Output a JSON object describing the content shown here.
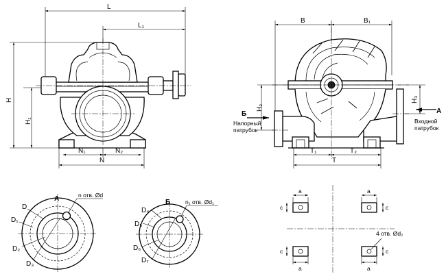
{
  "front_view": {
    "dim_L": "L",
    "dim_L1": "L₁",
    "dim_H": "H",
    "dim_H1": "H₁",
    "dim_N": "N",
    "dim_N1": "N₁",
    "dim_N2": "N₂"
  },
  "side_view": {
    "dim_B": "B",
    "dim_B1": "B₁",
    "dim_H2": "H₂",
    "dim_H3": "H₃",
    "dim_T": "T",
    "dim_T1": "T₁",
    "dim_T2": "T₂",
    "marker_left": "Б",
    "marker_right": "A",
    "outlet_line1": "Напорный",
    "outlet_line2": "патрубок",
    "inlet_line1": "Входной",
    "inlet_line2": "патрубок"
  },
  "flange_a": {
    "view_label": "A",
    "holes_note": "n отв. Ød",
    "dim_D": "D",
    "dim_D1": "D₁",
    "dim_D2": "D₂",
    "dim_D3": "D₃"
  },
  "flange_b": {
    "view_label": "Б",
    "holes_note": "n₁ отв. Ød₁",
    "dim_D4": "D₄",
    "dim_D5": "D₅",
    "dim_D6": "D₆",
    "dim_D7": "D₇"
  },
  "foundation": {
    "dim_a_top_left": "a",
    "dim_a_top_right": "a",
    "dim_a_bottom_left": "a",
    "dim_a_bottom_right": "a",
    "dim_c_top_left": "c",
    "dim_c_top_right": "c",
    "dim_c_bottom_left": "c",
    "dim_c_bottom_right": "c",
    "holes_note": "4 отв. Ød₂"
  }
}
